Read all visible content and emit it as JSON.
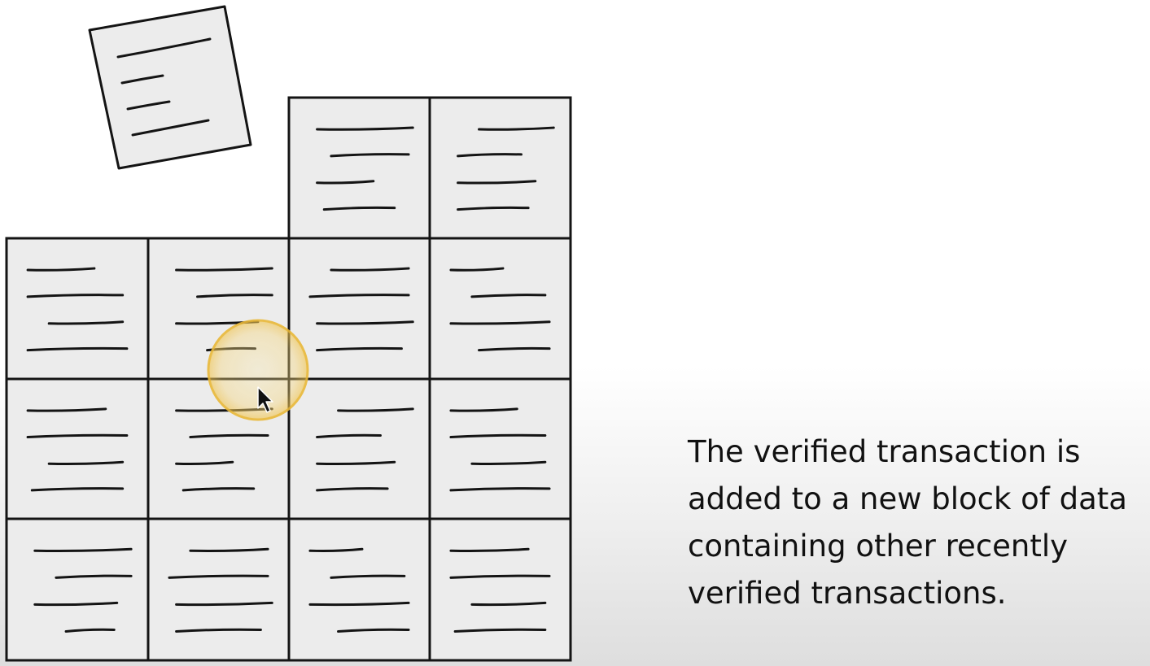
{
  "caption": {
    "lines": [
      "The verified transaction is",
      "added to a new block of data",
      "containing other recently",
      "verified transactions."
    ]
  },
  "colors": {
    "paper": "#ececec",
    "ink": "#141414",
    "cursor_highlight": "#f4c542"
  },
  "icons": {
    "cursor": "mouse-pointer-icon",
    "highlight": "click-highlight-ring"
  }
}
